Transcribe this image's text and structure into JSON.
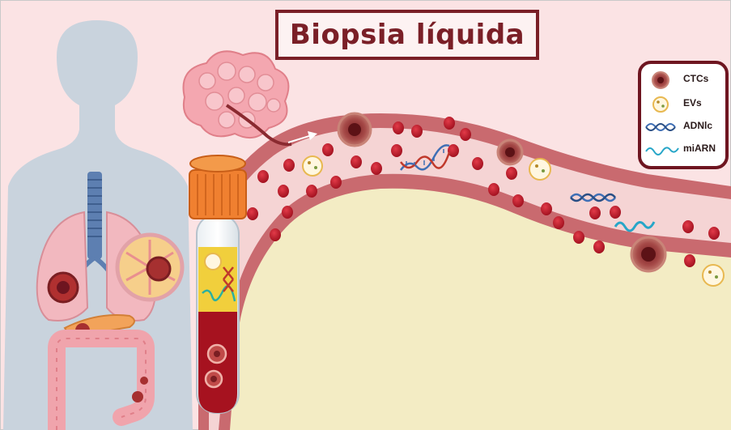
{
  "title": "Biopsia líquida",
  "legend": {
    "items": [
      {
        "label": "CTCs",
        "icon": "ctc-cell-icon"
      },
      {
        "label": "EVs",
        "icon": "extracellular-vesicle-icon"
      },
      {
        "label": "ADNlc",
        "icon": "dna-helix-icon"
      },
      {
        "label": "miARN",
        "icon": "mirna-strand-icon"
      }
    ]
  },
  "colors": {
    "title_border": "#7a1f27",
    "vessel_wall": "#c96a6f",
    "vessel_inner": "#f5d4d4",
    "red_blood_cell": "#c0192a",
    "tissue": "#f3ecc4",
    "silhouette": "#c9d3dd",
    "background": "#fbe3e4"
  }
}
